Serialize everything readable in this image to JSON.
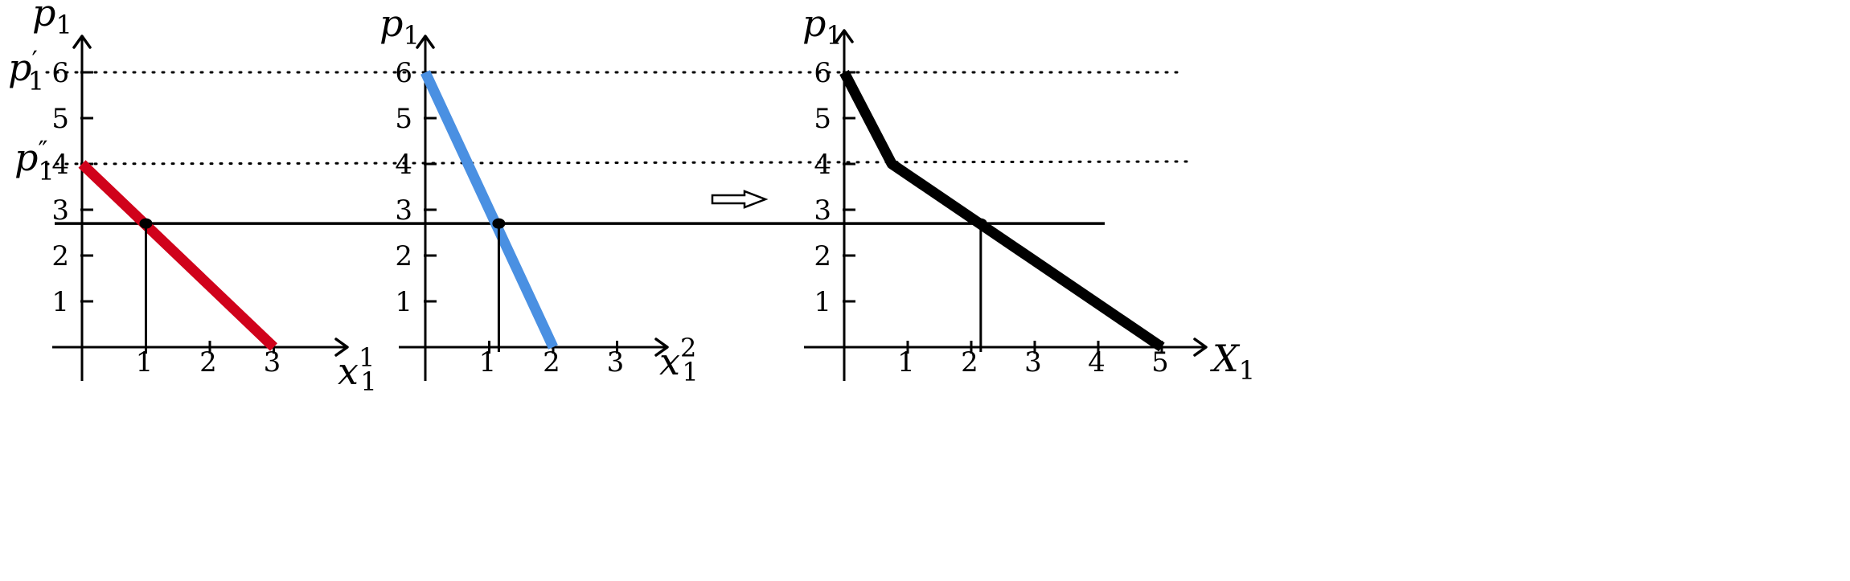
{
  "panels": [
    {
      "id": "panel1",
      "ylabel_main": "p",
      "ylabel_sub": "1",
      "xlabel_main": "x",
      "xlabel_sub": "1",
      "xlabel_sup": "1",
      "yticks": [
        "1",
        "2",
        "3",
        "4",
        "5",
        "6"
      ],
      "xticks": [
        "1",
        "2",
        "3"
      ],
      "demand": {
        "color": "#d0021b",
        "points": [
          [
            0,
            4
          ],
          [
            3,
            0
          ]
        ]
      },
      "equilibrium": {
        "x": 1,
        "p": 2.7
      }
    },
    {
      "id": "panel2",
      "ylabel_main": "p",
      "ylabel_sub": "1",
      "xlabel_main": "x",
      "xlabel_sub": "1",
      "xlabel_sup": "2",
      "yticks": [
        "1",
        "2",
        "3",
        "4",
        "5",
        "6"
      ],
      "xticks": [
        "1",
        "2",
        "3"
      ],
      "demand": {
        "color": "#4a90e2",
        "points": [
          [
            0,
            6
          ],
          [
            2,
            0
          ]
        ]
      },
      "equilibrium": {
        "x": 1.15,
        "p": 2.7
      }
    },
    {
      "id": "panel3",
      "ylabel_main": "p",
      "ylabel_sub": "1",
      "xlabel_main": "X",
      "xlabel_sub": "1",
      "yticks": [
        "1",
        "2",
        "3",
        "4",
        "5",
        "6"
      ],
      "xticks": [
        "1",
        "2",
        "3",
        "4",
        "5"
      ],
      "demand": {
        "color": "#000000",
        "points": [
          [
            0,
            6
          ],
          [
            0.75,
            4
          ],
          [
            5,
            0
          ]
        ]
      },
      "equilibrium": {
        "x": 2.15,
        "p": 2.7
      }
    }
  ],
  "price_labels": {
    "p_prime": {
      "main": "p",
      "sub": "1",
      "mark": "′",
      "value": 6
    },
    "p_double_prime": {
      "main": "p",
      "sub": "1",
      "mark": "″",
      "value": 4
    }
  },
  "market_price": 2.7,
  "implies_arrow": "⇒"
}
